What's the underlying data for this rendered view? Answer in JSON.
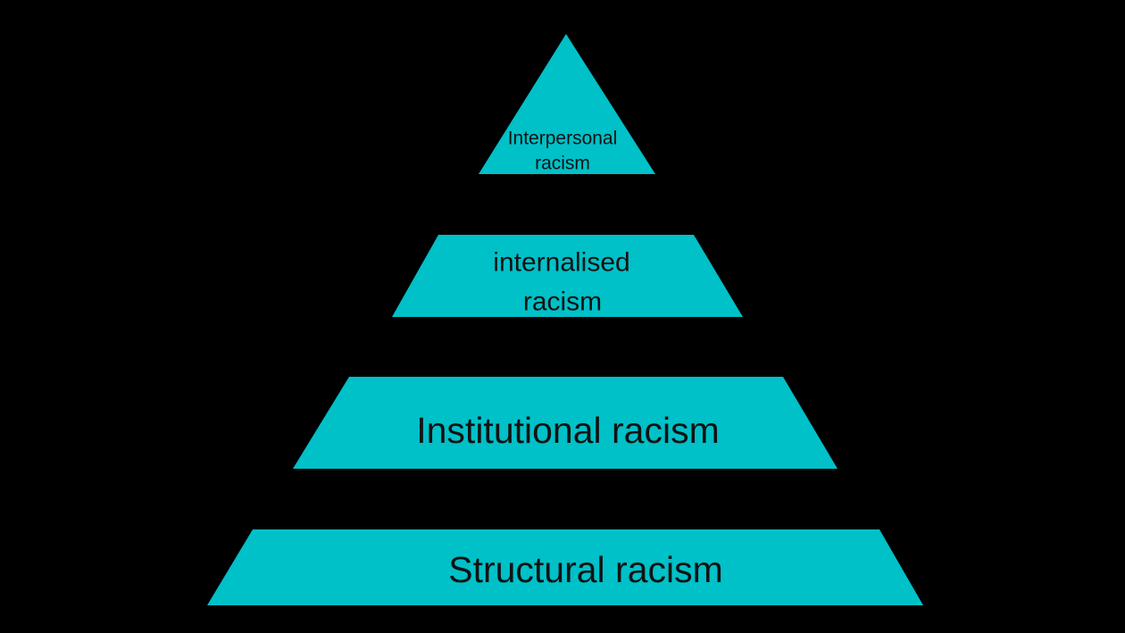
{
  "diagram": {
    "type": "pyramid",
    "background_color": "#000000",
    "segment_color": "#00C0C8",
    "label_color": "#121212",
    "levels": [
      {
        "rank": 1,
        "position": "top",
        "lines": [
          "Interpersonal",
          "racism"
        ]
      },
      {
        "rank": 2,
        "position": "upper-middle",
        "lines": [
          "internalised",
          "racism"
        ]
      },
      {
        "rank": 3,
        "position": "lower-middle",
        "lines": [
          "Institutional racism"
        ]
      },
      {
        "rank": 4,
        "position": "bottom",
        "lines": [
          "Structural racism"
        ]
      }
    ]
  }
}
